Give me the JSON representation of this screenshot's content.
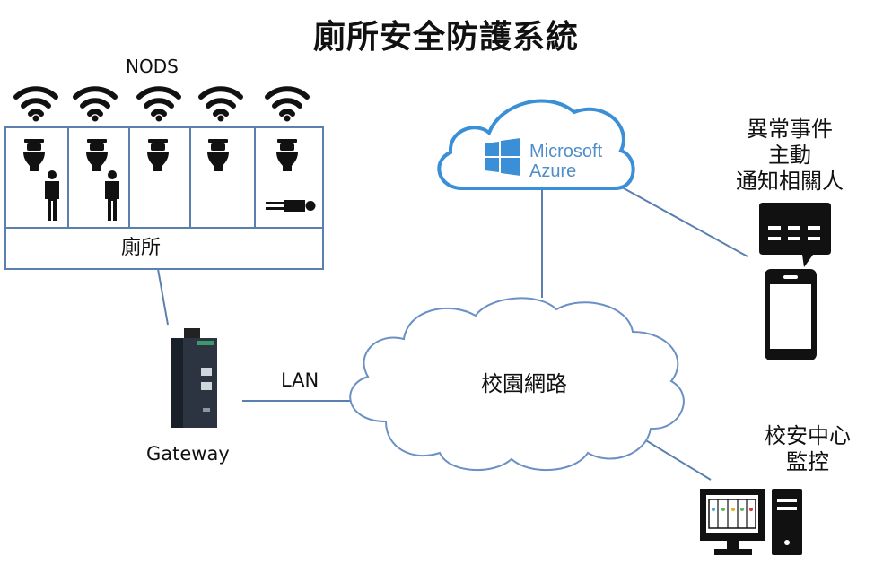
{
  "title": "廁所安全防護系統",
  "nods_label": "NODS",
  "toilet_label": "廁所",
  "gateway_label": "Gateway",
  "lan_label": "LAN",
  "campus_network_label": "校園網路",
  "azure": {
    "microsoft": "Microsoft",
    "azure": "Azure",
    "color": "#4a90d9"
  },
  "alert_label": [
    "異常事件",
    "主動",
    "通知相關人"
  ],
  "security_label": [
    "校安中心",
    "監控"
  ],
  "stalls": [
    {
      "occupant": "standing"
    },
    {
      "occupant": "standing"
    },
    {
      "occupant": "none"
    },
    {
      "occupant": "none"
    },
    {
      "occupant": "lying"
    }
  ],
  "colors": {
    "line": "#5b80b0",
    "cloud_stroke": "#6a90c4",
    "azure_cloud": "#3a8fd6"
  },
  "icons": [
    "wifi-icon",
    "toilet-icon",
    "person-icon",
    "gateway-device-icon",
    "chat-bubble-icon",
    "smartphone-icon",
    "computer-icon",
    "windows-logo-icon"
  ]
}
